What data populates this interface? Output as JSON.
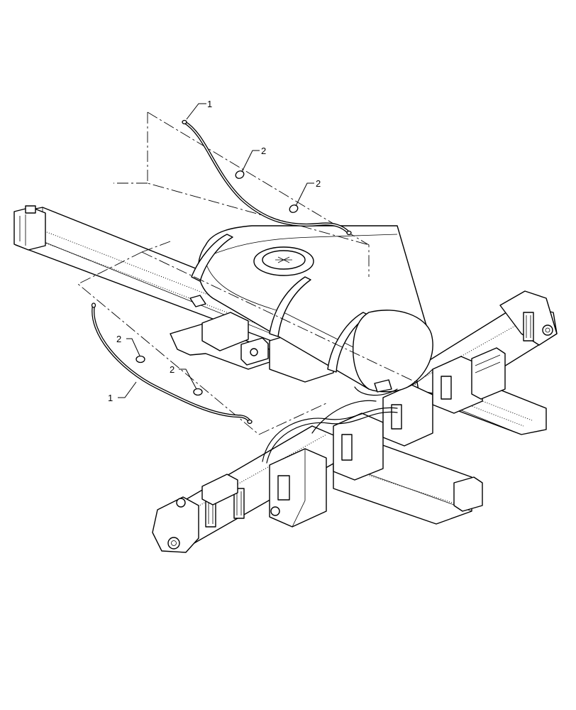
{
  "diagram": {
    "callouts": [
      {
        "id": "c1a",
        "text": "1"
      },
      {
        "id": "c2a",
        "text": "2"
      },
      {
        "id": "c2b",
        "text": "2"
      },
      {
        "id": "c2c",
        "text": "2"
      },
      {
        "id": "c2d",
        "text": "2"
      },
      {
        "id": "c1b",
        "text": "1"
      }
    ],
    "colors": {
      "line": "#000000",
      "background": "#ffffff"
    }
  }
}
